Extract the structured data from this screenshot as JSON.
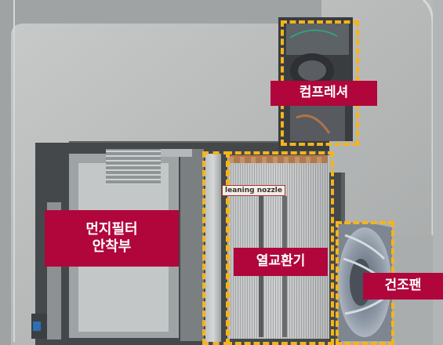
{
  "labels": {
    "compressor": "컴프레셔",
    "dust_filter_line1": "먼지필터",
    "dust_filter_line2": "안착부",
    "heat_exchanger": "열교환기",
    "drying_fan": "건조팬"
  },
  "sticker": {
    "text": "leaning nozzle"
  },
  "colors": {
    "label_bg": "#b0063c",
    "label_text": "#ffffff",
    "highlight_dash": "#f5b41c"
  }
}
